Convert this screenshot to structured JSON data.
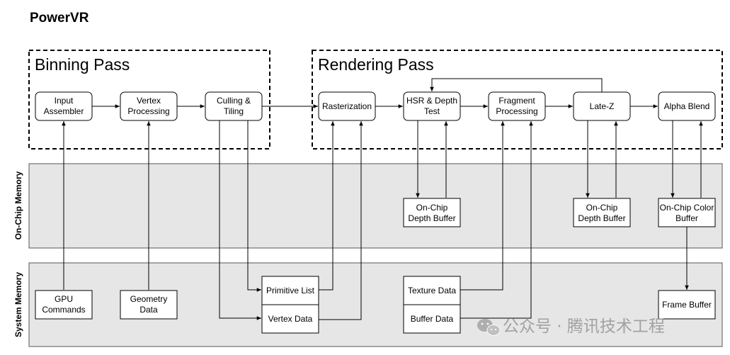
{
  "title": "PowerVR",
  "sections": {
    "binning": "Binning Pass",
    "rendering": "Rendering Pass"
  },
  "bands": {
    "onchip": "On-Chip Memory",
    "system": "System Memory"
  },
  "nodes": {
    "input_assembler": [
      "Input",
      "Assembler"
    ],
    "vertex_processing": [
      "Vertex",
      "Processing"
    ],
    "culling_tiling": [
      "Culling &",
      "Tiling"
    ],
    "rasterization": [
      "Rasterization"
    ],
    "hsr_depth_test": [
      "HSR & Depth",
      "Test"
    ],
    "fragment_processing": [
      "Fragment",
      "Processing"
    ],
    "late_z": [
      "Late-Z"
    ],
    "alpha_blend": [
      "Alpha Blend"
    ],
    "onchip_depth_buffer_1": [
      "On-Chip",
      "Depth Buffer"
    ],
    "onchip_depth_buffer_2": [
      "On-Chip",
      "Depth Buffer"
    ],
    "onchip_color_buffer": [
      "On-Chip Color",
      "Buffer"
    ],
    "gpu_commands": [
      "GPU",
      "Commands"
    ],
    "geometry_data": [
      "Geometry",
      "Data"
    ],
    "primitive_list": [
      "Primitive List"
    ],
    "vertex_data": [
      "Vertex Data"
    ],
    "texture_data": [
      "Texture Data"
    ],
    "buffer_data": [
      "Buffer Data"
    ],
    "frame_buffer": [
      "Frame Buffer"
    ]
  },
  "watermark": "公众号 · 腾讯技术工程",
  "colors": {
    "band_fill": "#e6e6e6",
    "stroke": "#000000",
    "watermark": "#9a9a9a"
  }
}
